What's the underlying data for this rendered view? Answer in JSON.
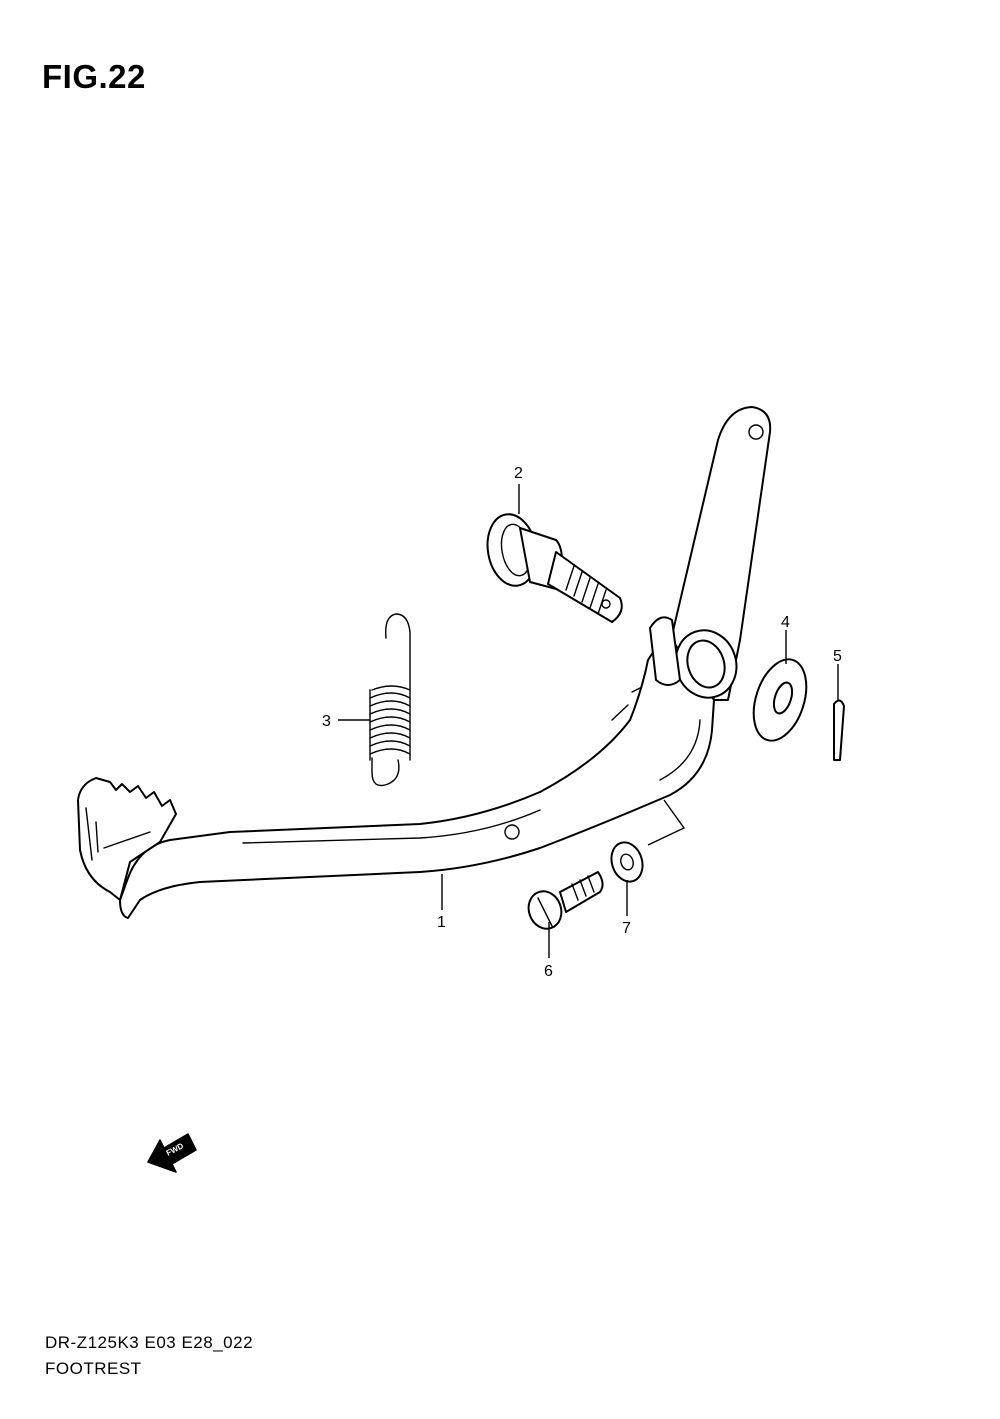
{
  "figure": {
    "title": "FIG.22",
    "code": "DR-Z125K3 E03 E28_022",
    "name": "FOOTREST",
    "fwd_label": "FWD"
  },
  "callouts": {
    "c1": "1",
    "c2": "2",
    "c3": "3",
    "c4": "4",
    "c5": "5",
    "c6": "6",
    "c7": "7"
  }
}
